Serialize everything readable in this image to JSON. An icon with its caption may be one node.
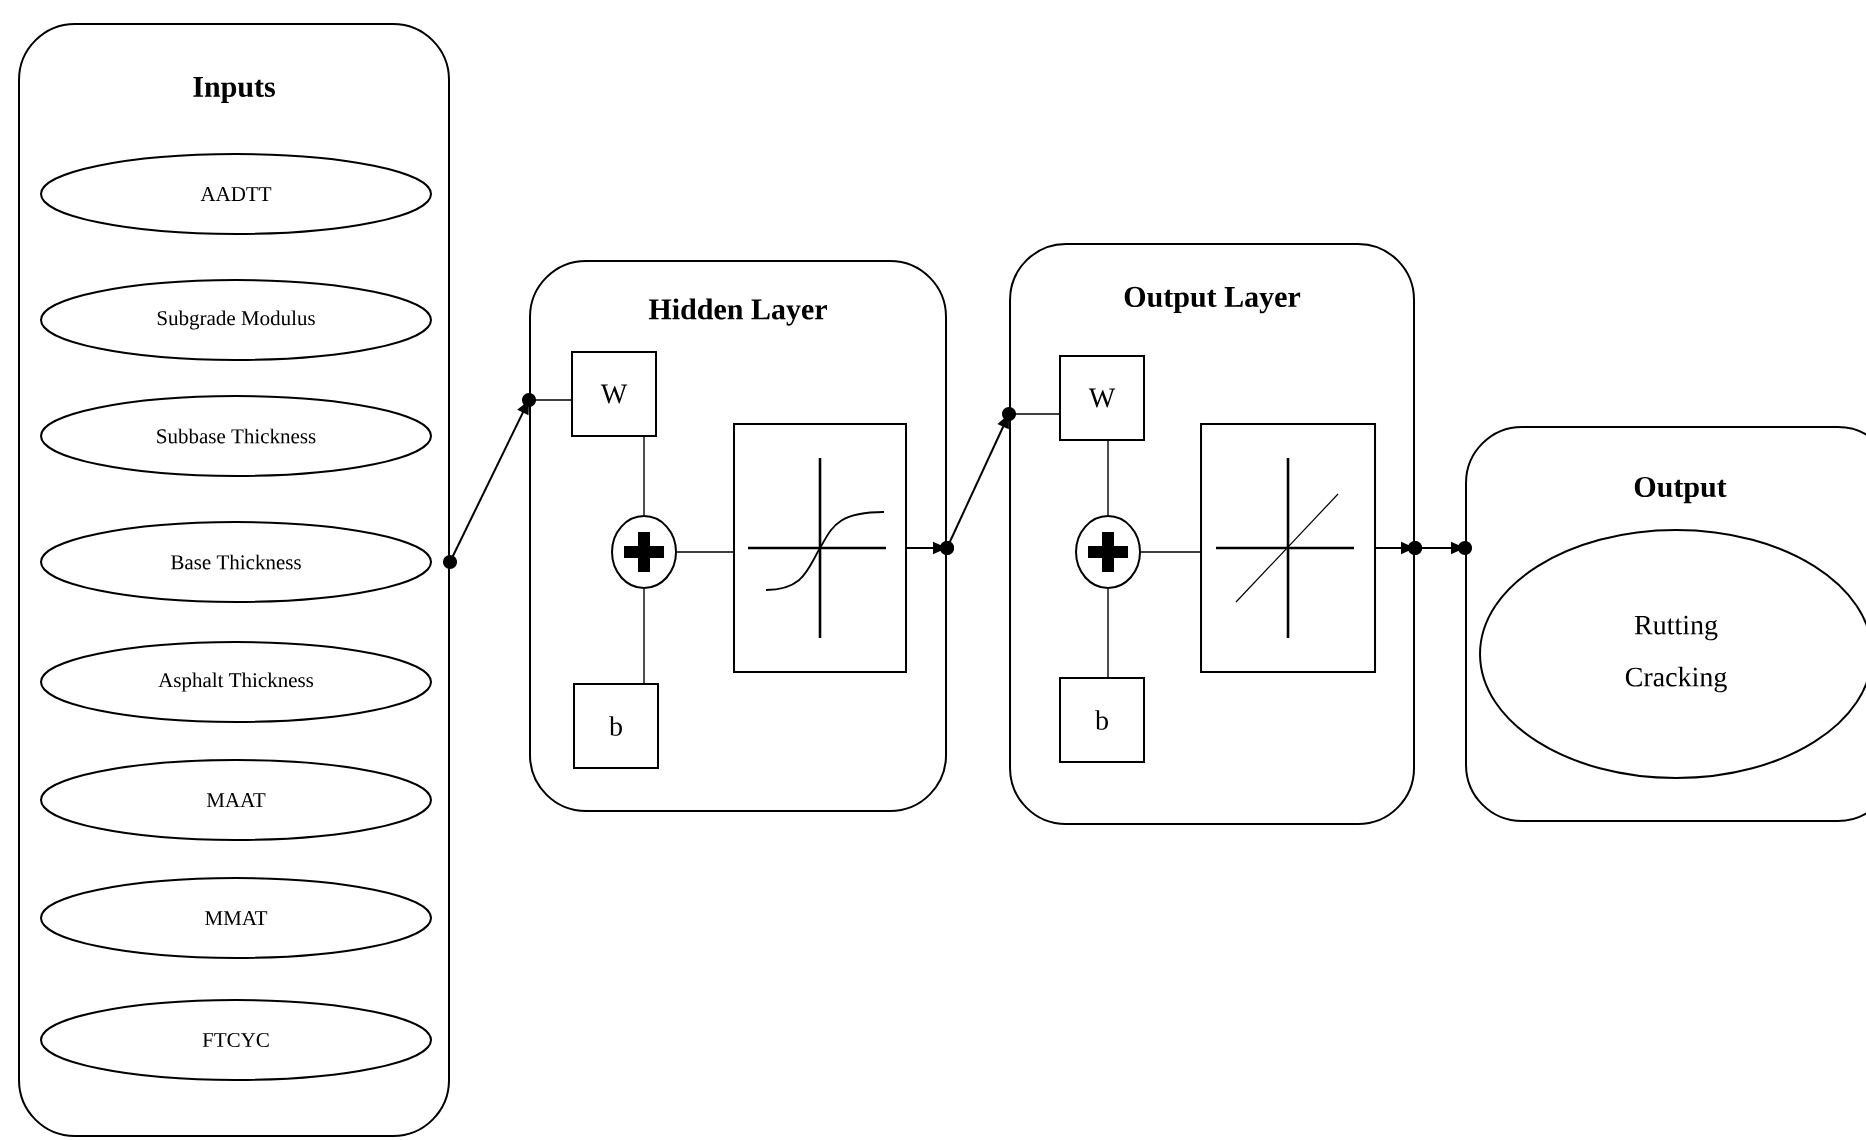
{
  "diagram": {
    "nodes": [
      {
        "text": [
          "Inputs"
        ]
      },
      {
        "text": [
          "AADTT"
        ],
        "in": 0
      },
      {
        "text": [
          "Subgrade Modulus"
        ],
        "in": 0
      },
      {
        "text": [
          "Subbase Thickness"
        ],
        "in": 0
      },
      {
        "text": [
          "Base Thickness"
        ],
        "in": 0
      },
      {
        "text": [
          "Asphalt Thickness"
        ],
        "in": 0
      },
      {
        "text": [
          "MAAT"
        ],
        "in": 0
      },
      {
        "text": [
          "MMAT"
        ],
        "in": 0
      },
      {
        "text": [
          "FTCYC"
        ],
        "in": 0
      },
      {
        "text": [
          "Hidden Layer"
        ]
      },
      {
        "text": [
          "W"
        ],
        "in": 9
      },
      {
        "text": [],
        "shape": "circle",
        "in": 9
      },
      {
        "text": [
          "b"
        ],
        "in": 9
      },
      {
        "text": [],
        "shape": "picture",
        "in": 9
      },
      {
        "text": [
          "Output Layer"
        ]
      },
      {
        "text": [
          "W"
        ],
        "in": 14
      },
      {
        "text": [],
        "shape": "circle",
        "in": 14
      },
      {
        "text": [
          "b"
        ],
        "in": 14
      },
      {
        "text": [],
        "shape": "picture",
        "in": 14
      },
      {
        "text": [
          "Output"
        ]
      },
      {
        "text": [
          "Rutting",
          "Cracking"
        ],
        "in": 19
      }
    ],
    "edges": [
      {
        "from": 0,
        "to": 9,
        "arrow": "to"
      },
      {
        "from": 9,
        "to": 10,
        "arrow": "none"
      },
      {
        "from": 10,
        "to": 11,
        "arrow": "none"
      },
      {
        "from": 12,
        "to": 11,
        "arrow": "none"
      },
      {
        "from": 11,
        "to": 13,
        "arrow": "none"
      },
      {
        "from": 13,
        "to": 9,
        "arrow": "to"
      },
      {
        "from": 9,
        "to": 14,
        "arrow": "to"
      },
      {
        "from": 14,
        "to": 15,
        "arrow": "none"
      },
      {
        "from": 15,
        "to": 16,
        "arrow": "none"
      },
      {
        "from": 17,
        "to": 16,
        "arrow": "none"
      },
      {
        "from": 16,
        "to": 18,
        "arrow": "none"
      },
      {
        "from": 18,
        "to": 14,
        "arrow": "to"
      },
      {
        "from": 14,
        "to": 19,
        "arrow": "to"
      }
    ]
  }
}
